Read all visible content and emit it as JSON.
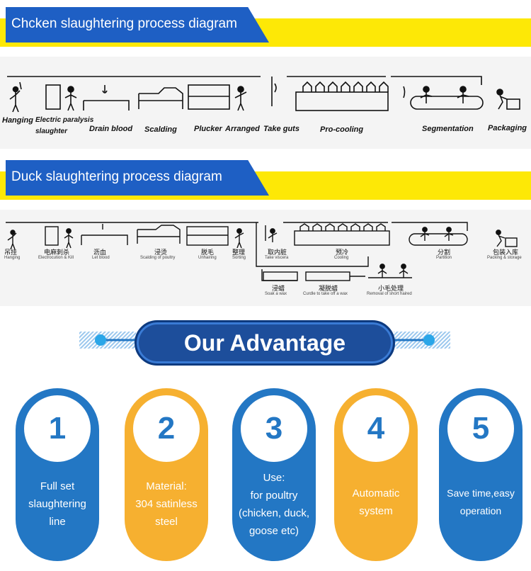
{
  "chicken": {
    "title": "Chcken slaughtering process diagram",
    "steps": [
      {
        "label": "Hanging"
      },
      {
        "label": "Electric paralysis"
      },
      {
        "label": "slaughter"
      },
      {
        "label": "Drain blood"
      },
      {
        "label": "Scalding"
      },
      {
        "label": "Plucker"
      },
      {
        "label": "Arranged"
      },
      {
        "label": "Take guts"
      },
      {
        "label": "Pro-cooling"
      },
      {
        "label": "Segmentation"
      },
      {
        "label": "Packaging"
      }
    ]
  },
  "duck": {
    "title": "Duck slaughtering process diagram",
    "steps": [
      {
        "cn": "吊挂",
        "en": "Hanging"
      },
      {
        "cn": "电麻刺杀",
        "en": "Electrocution & Kill"
      },
      {
        "cn": "沥血",
        "en": "Let blood"
      },
      {
        "cn": "浸烫",
        "en": "Scalding of poultry"
      },
      {
        "cn": "脱毛",
        "en": "Unhairing"
      },
      {
        "cn": "整理",
        "en": "Sorting"
      },
      {
        "cn": "取内脏",
        "en": "Take viscera"
      },
      {
        "cn": "预冷",
        "en": "Cooling"
      },
      {
        "cn": "分割",
        "en": "Partition"
      },
      {
        "cn": "包装入库",
        "en": "Packing & storage"
      },
      {
        "cn": "浸蜡",
        "en": "Soak a wax"
      },
      {
        "cn": "凝脱蜡",
        "en": "Curdle to take off a wax"
      },
      {
        "cn": "小毛处理",
        "en": "Removal of short haired"
      }
    ]
  },
  "advantage": {
    "title": "Our Advantage",
    "items": [
      {
        "num": "1",
        "lines": [
          "Full set",
          "slaughtering",
          "line"
        ]
      },
      {
        "num": "2",
        "lines": [
          "Material:",
          "304 satinless",
          "steel"
        ]
      },
      {
        "num": "3",
        "lines": [
          "Use:",
          "for poultry",
          "(chicken, duck,",
          "goose etc)"
        ]
      },
      {
        "num": "4",
        "lines": [
          "Automatic",
          "system"
        ]
      },
      {
        "num": "5",
        "lines": [
          "Save time,easy",
          "operation"
        ]
      }
    ]
  }
}
